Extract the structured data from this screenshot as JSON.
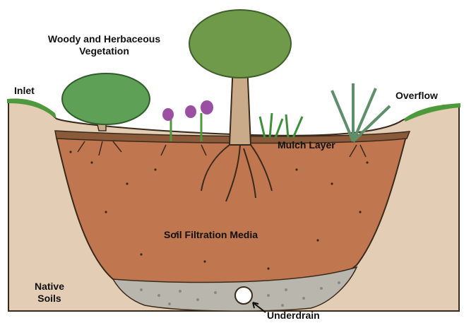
{
  "labels": {
    "vegetation_line1": "Woody and Herbaceous",
    "vegetation_line2": "Vegetation",
    "inlet": "Inlet",
    "overflow": "Overflow",
    "mulch": "Mulch Layer",
    "soil_media": "Soil Filtration Media",
    "native_line1": "Native",
    "native_line2": "Soils",
    "underdrain": "Underdrain"
  },
  "colors": {
    "native_soil": "#e3cdb5",
    "filtration_media": "#c0764e",
    "mulch": "#8a5a3a",
    "gravel": "#b9b6ad",
    "grass": "#4d9a3c",
    "foliage": "#5ea055",
    "trunk": "#c9ab8a",
    "flower": "#9a4fa3",
    "outline": "#3a2a1c"
  }
}
